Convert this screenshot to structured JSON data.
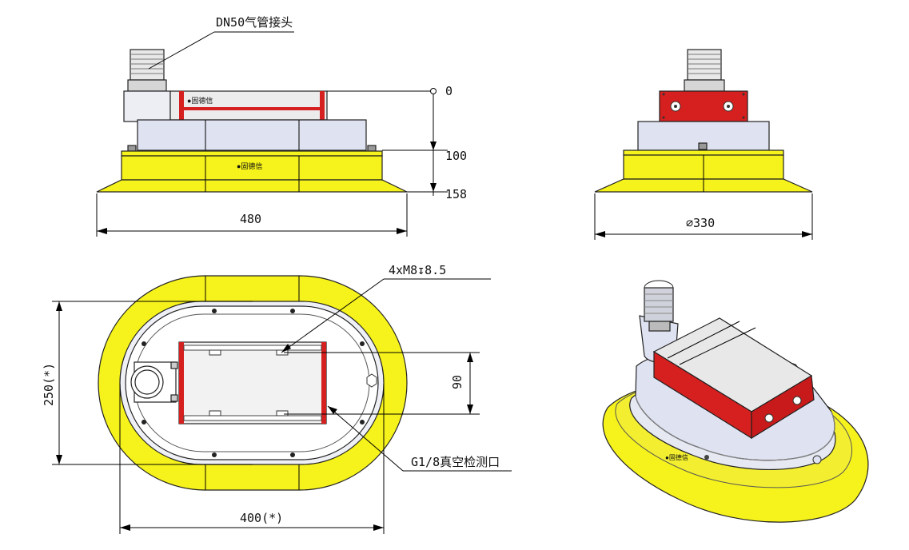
{
  "colors": {
    "yellow": "#f6f21b",
    "yellow_dark": "#d9d400",
    "red": "#d61f1f",
    "metal": "#e4e6ee",
    "metal_dark": "#b9bcc8",
    "body": "#dfe2f0",
    "line": "#000000"
  },
  "front_view": {
    "callout_fitting": "DN50气管接头",
    "level_0": "0",
    "level_100": "100",
    "level_158": "158",
    "width": "480",
    "brand_mark": "●固德信"
  },
  "side_view": {
    "diameter": "∅330"
  },
  "top_view": {
    "callout_threads": "4xM8↧8.5",
    "callout_port": "G1/8真空检测口",
    "pitch": "90",
    "height": "250(*)",
    "width": "400(*)"
  },
  "iso_view": {
    "brand_mark": "●固德信"
  }
}
